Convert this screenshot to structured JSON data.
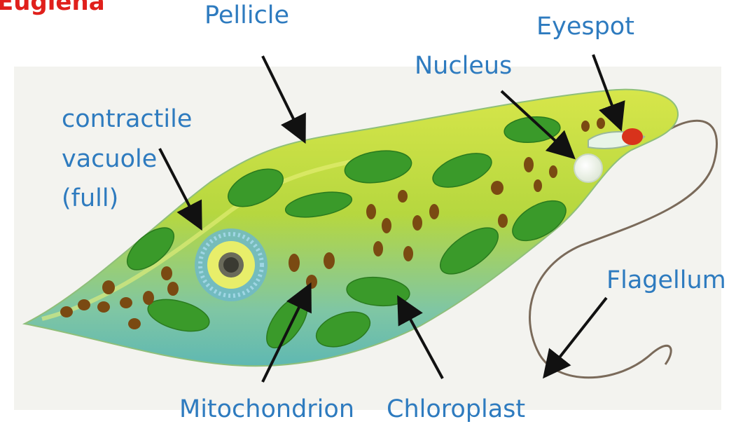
{
  "title_fragment": "Euglena",
  "labels": {
    "pellicle": "Pellicle",
    "eyespot": "Eyespot",
    "nucleus": "Nucleus",
    "contractile_vacuole": [
      "contractile",
      "vacuole",
      "(full)"
    ],
    "flagellum": "Flagellum",
    "mitochondrion": "Mitochondrion",
    "chloroplast": "Chloroplast"
  },
  "colors": {
    "label_text": "#2e7bbf",
    "title_text": "#e0201c",
    "arrow": "#111111",
    "body_green": "#b9d93a",
    "body_teal": "#6fc3b4",
    "chloroplast": "#3a9a2a",
    "mitochondrion": "#7a4a12",
    "eyespot": "#d8321b",
    "nucleus": "#f4f7f0"
  }
}
